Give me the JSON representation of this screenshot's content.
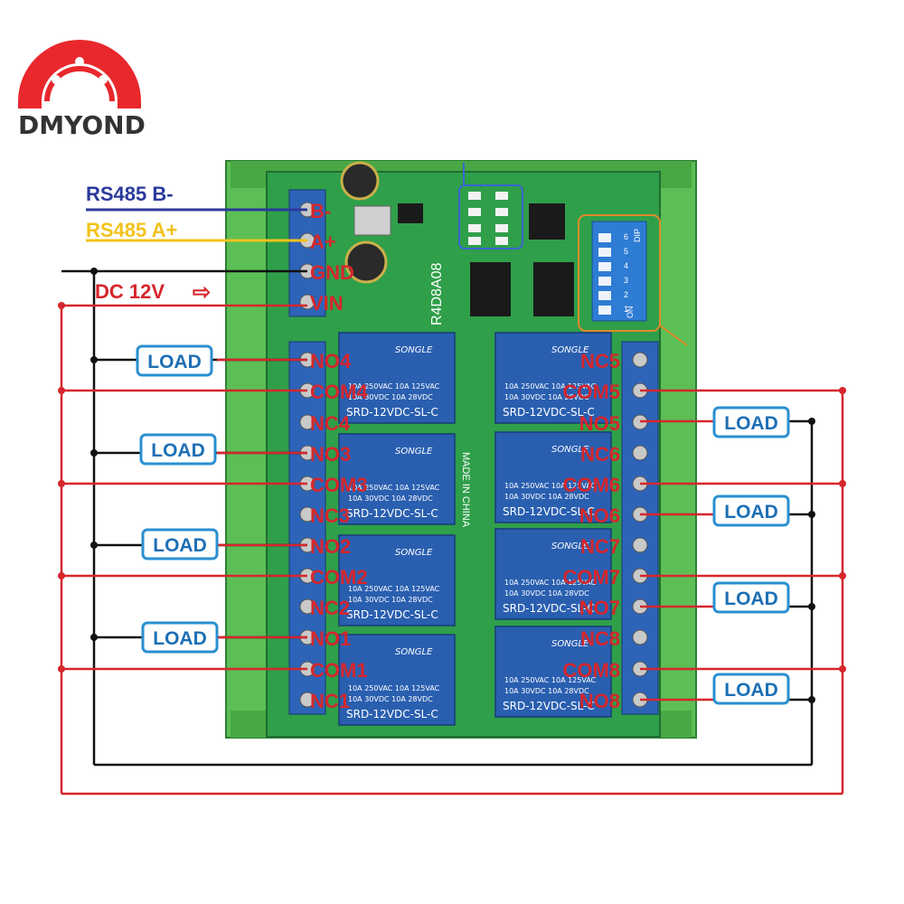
{
  "brand": {
    "name": "DMYOND",
    "color": "#e8282c"
  },
  "board": {
    "model": "R4D8A08",
    "made_in": "MADE IN CHINA",
    "dip_label": "DIP",
    "dip_on": "ON",
    "dip_numbers": [
      "1",
      "2",
      "3",
      "4",
      "5",
      "6"
    ],
    "relay_brand": "SONGLE",
    "relay_model": "SRD-12VDC-SL-C",
    "relay_rating_1": "10A 250VAC  10A 125VAC",
    "relay_rating_2": "10A 30VDC  10A 28VDC"
  },
  "bus": {
    "b_label": "RS485 B-",
    "a_label": "RS485 A+",
    "b_color": "#2b3a9c",
    "a_color": "#f2c21b"
  },
  "power": {
    "dc_label": "DC 12V",
    "arrow": "⇨",
    "pins": [
      "B-",
      "A+",
      "GND",
      "VIN"
    ]
  },
  "left_terminals": [
    "NO4",
    "COM4",
    "NC4",
    "NO3",
    "COM3",
    "NC3",
    "NO2",
    "COM2",
    "NC2",
    "NO1",
    "COM1",
    "NC1"
  ],
  "right_terminals": [
    "NC5",
    "COM5",
    "NO5",
    "NC6",
    "COM6",
    "NO6",
    "NC7",
    "COM7",
    "NO7",
    "NC8",
    "COM8",
    "NO8"
  ],
  "load_label": "LOAD",
  "colors": {
    "wire_red": "#d6262c",
    "wire_black": "#111111",
    "load_border": "#2a8fd0",
    "load_text": "#1d6fb5",
    "board_green": "#2f9f4a",
    "relay_blue": "#2a5fb0",
    "dip_orange": "#e08a2a"
  }
}
